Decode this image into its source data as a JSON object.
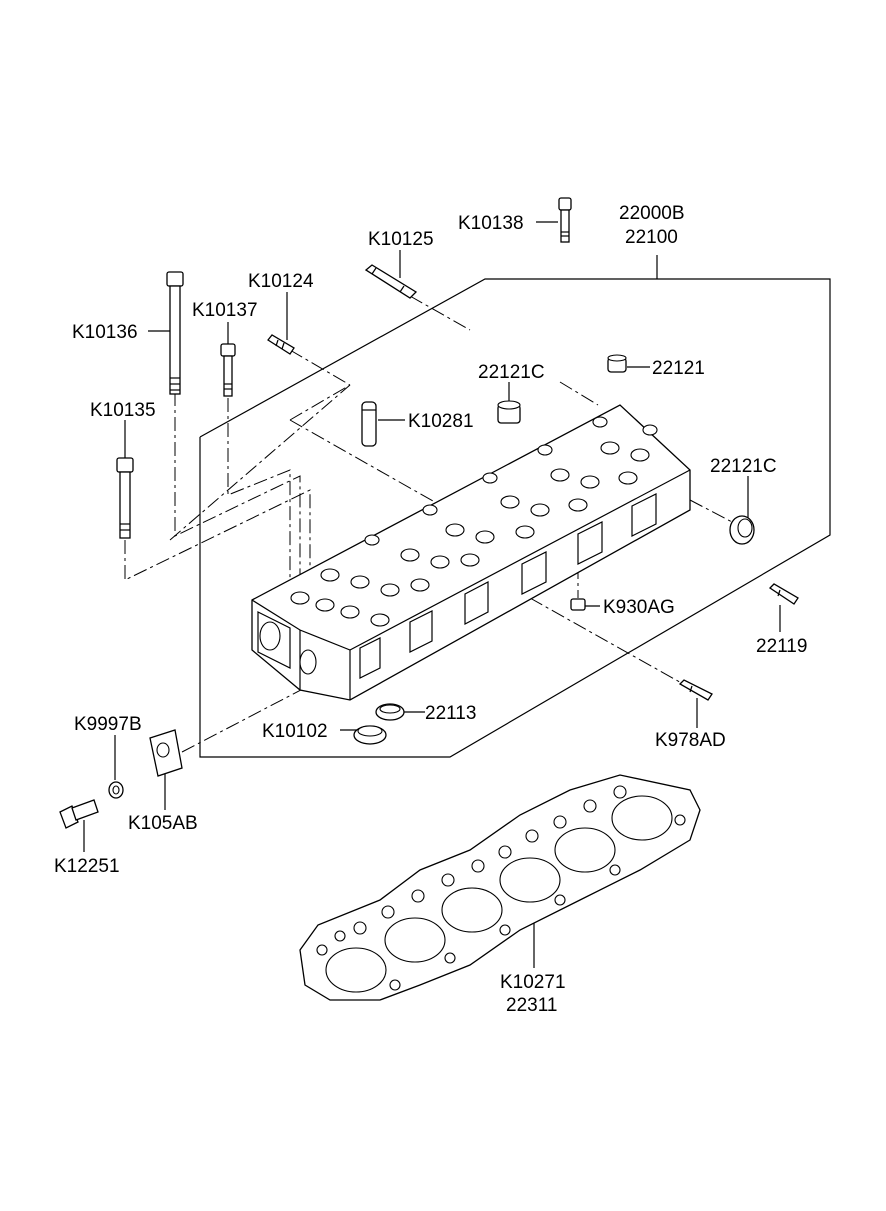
{
  "labels": {
    "k10138": "K10138",
    "p22000b": "22000B",
    "p22100": "22100",
    "k10125": "K10125",
    "k10124": "K10124",
    "k10137": "K10137",
    "k10136": "K10136",
    "k10135": "K10135",
    "p22121c_top": "22121C",
    "p22121": "22121",
    "k10281": "K10281",
    "p22121c_right": "22121C",
    "k930ag": "K930AG",
    "p22119": "22119",
    "p22113": "22113",
    "k10102": "K10102",
    "k978ad": "K978AD",
    "k9997b": "K9997B",
    "k105ab": "K105AB",
    "k12251": "K12251",
    "k10271": "K10271",
    "p22311": "22311"
  }
}
